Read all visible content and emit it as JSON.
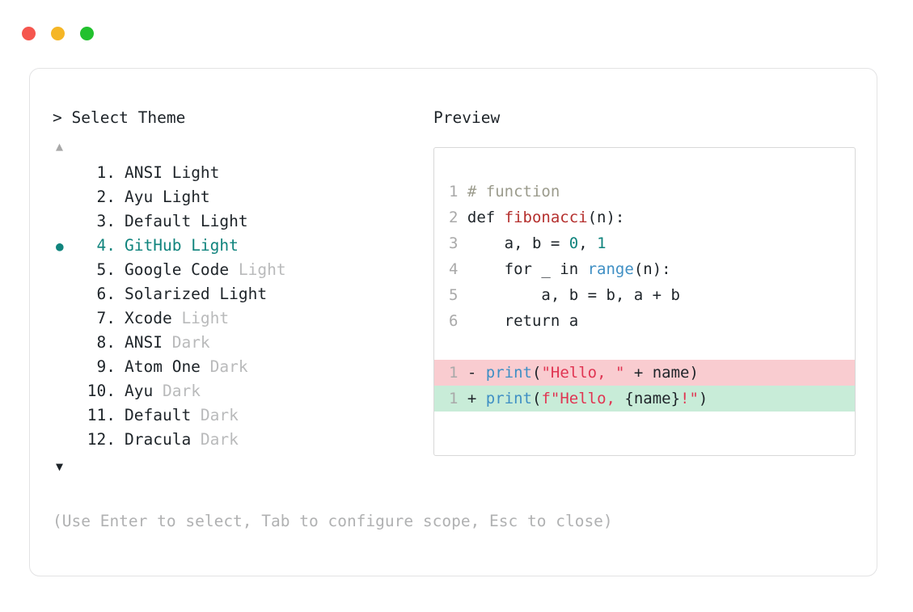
{
  "window": {
    "traffic_lights": [
      {
        "name": "close",
        "color": "#f5564e"
      },
      {
        "name": "minimize",
        "color": "#f5b626"
      },
      {
        "name": "maximize",
        "color": "#22c12e"
      }
    ]
  },
  "left_pane": {
    "title": "> Select Theme",
    "scroll_up": "▲",
    "scroll_down": "▼",
    "selected_index": 4,
    "bullet": "●",
    "items": [
      {
        "num": "1.",
        "name": "ANSI",
        "variant": "Light",
        "variant_strong": true,
        "selected": false
      },
      {
        "num": "2.",
        "name": "Ayu",
        "variant": "Light",
        "variant_strong": true,
        "selected": false
      },
      {
        "num": "3.",
        "name": "Default",
        "variant": "Light",
        "variant_strong": true,
        "selected": false
      },
      {
        "num": "4.",
        "name": "GitHub",
        "variant": "Light",
        "variant_strong": true,
        "selected": true
      },
      {
        "num": "5.",
        "name": "Google Code",
        "variant": "Light",
        "variant_strong": false,
        "selected": false
      },
      {
        "num": "6.",
        "name": "Solarized",
        "variant": "Light",
        "variant_strong": true,
        "selected": false
      },
      {
        "num": "7.",
        "name": "Xcode",
        "variant": "Light",
        "variant_strong": false,
        "selected": false
      },
      {
        "num": "8.",
        "name": "ANSI",
        "variant": "Dark",
        "variant_strong": false,
        "selected": false
      },
      {
        "num": "9.",
        "name": "Atom One",
        "variant": "Dark",
        "variant_strong": false,
        "selected": false
      },
      {
        "num": "10.",
        "name": "Ayu",
        "variant": "Dark",
        "variant_strong": false,
        "selected": false
      },
      {
        "num": "11.",
        "name": "Default",
        "variant": "Dark",
        "variant_strong": false,
        "selected": false
      },
      {
        "num": "12.",
        "name": "Dracula",
        "variant": "Dark",
        "variant_strong": false,
        "selected": false
      }
    ]
  },
  "right_pane": {
    "title": "Preview",
    "code_lines": [
      {
        "ln": "1",
        "tokens": [
          {
            "t": "# function",
            "c": "comment"
          }
        ]
      },
      {
        "ln": "2",
        "tokens": [
          {
            "t": "def ",
            "c": "plain"
          },
          {
            "t": "fibonacci",
            "c": "func"
          },
          {
            "t": "(n):",
            "c": "plain"
          }
        ]
      },
      {
        "ln": "3",
        "tokens": [
          {
            "t": "    a, b = ",
            "c": "plain"
          },
          {
            "t": "0",
            "c": "num"
          },
          {
            "t": ", ",
            "c": "plain"
          },
          {
            "t": "1",
            "c": "num"
          }
        ]
      },
      {
        "ln": "4",
        "tokens": [
          {
            "t": "    for _ in ",
            "c": "plain"
          },
          {
            "t": "range",
            "c": "builtin"
          },
          {
            "t": "(n):",
            "c": "plain"
          }
        ]
      },
      {
        "ln": "5",
        "tokens": [
          {
            "t": "        a, b = b, a + b",
            "c": "plain"
          }
        ]
      },
      {
        "ln": "6",
        "tokens": [
          {
            "t": "    return a",
            "c": "plain"
          }
        ]
      }
    ],
    "diff_lines": [
      {
        "ln": "1",
        "kind": "del",
        "sign": "-",
        "tokens": [
          {
            "t": "print",
            "c": "builtin"
          },
          {
            "t": "(",
            "c": "plain"
          },
          {
            "t": "\"Hello, \"",
            "c": "string"
          },
          {
            "t": " + name)",
            "c": "plain"
          }
        ]
      },
      {
        "ln": "1",
        "kind": "add",
        "sign": "+",
        "tokens": [
          {
            "t": "print",
            "c": "builtin"
          },
          {
            "t": "(",
            "c": "plain"
          },
          {
            "t": "f\"Hello, ",
            "c": "string"
          },
          {
            "t": "{name}",
            "c": "plain"
          },
          {
            "t": "!\"",
            "c": "string"
          },
          {
            "t": ")",
            "c": "plain"
          }
        ]
      }
    ]
  },
  "footer": {
    "hint": "(Use Enter to select, Tab to configure scope, Esc to close)"
  },
  "colors": {
    "accent_teal": "#10847d",
    "text": "#1e2429",
    "muted": "#b9babb",
    "diff_del_bg": "#f9ccd0",
    "diff_add_bg": "#c8ecd8",
    "string": "#e03552",
    "builtin": "#3f8fc4",
    "func": "#b5302e",
    "comment": "#9b9b8c"
  }
}
